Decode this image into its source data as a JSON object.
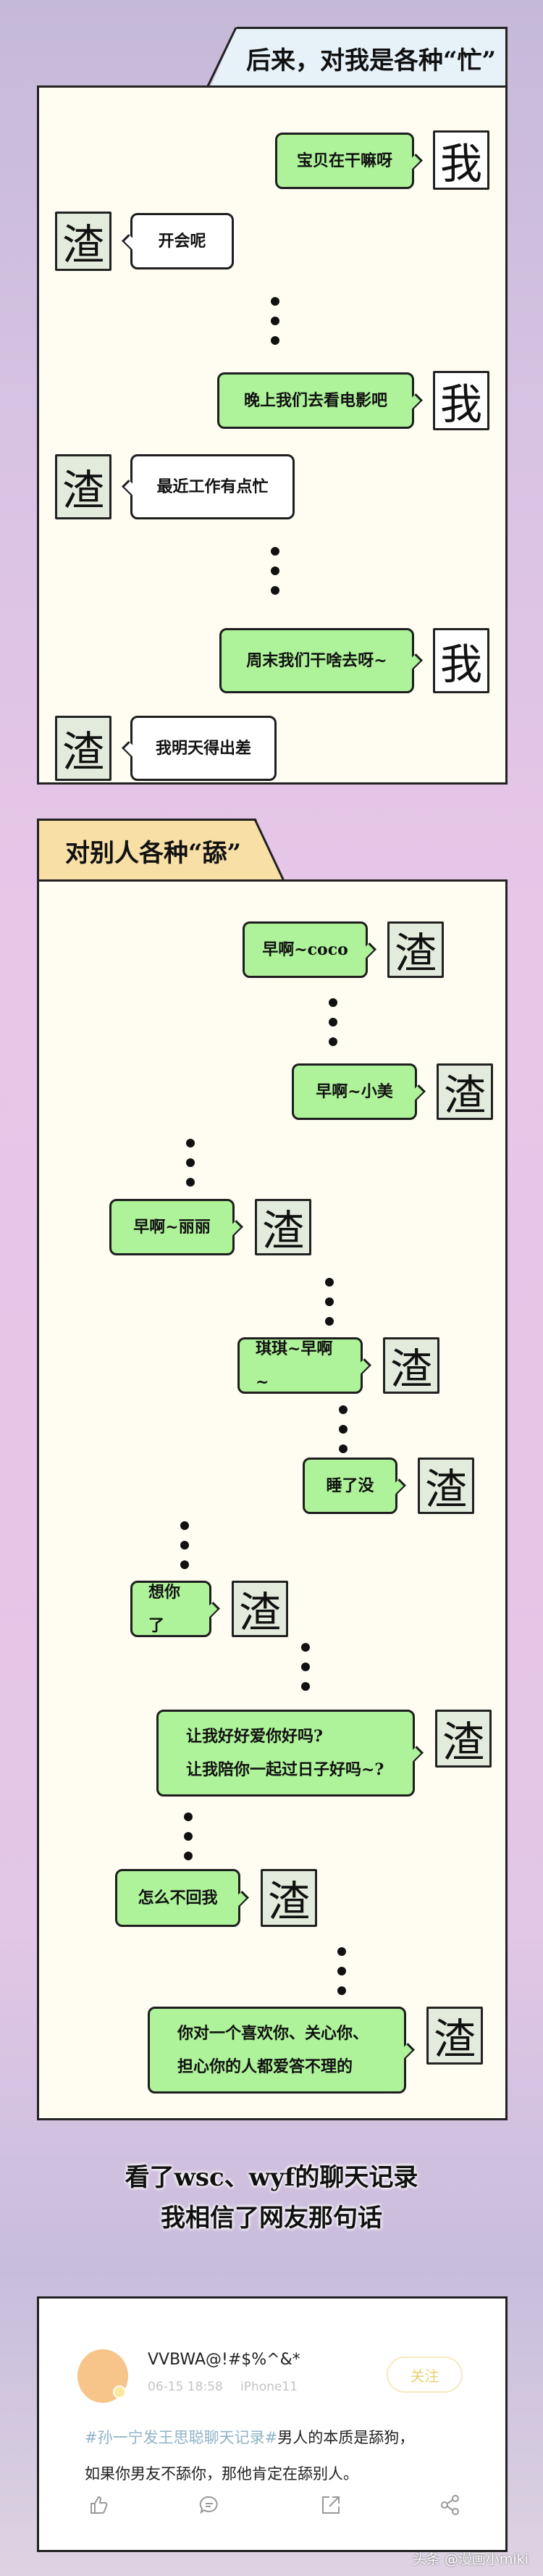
{
  "section1": {
    "title": "后来，对我是各种“忙”",
    "messages": [
      {
        "sender": "我",
        "text": "宝贝在干嘛呀"
      },
      {
        "sender": "渣",
        "text": "开会呢"
      },
      {
        "sender": "我",
        "text": "晚上我们去看电影吧"
      },
      {
        "sender": "渣",
        "text": "最近工作有点忙"
      },
      {
        "sender": "我",
        "text": "周末我们干啥去呀~"
      },
      {
        "sender": "渣",
        "text": "我明天得出差"
      }
    ]
  },
  "section2": {
    "title": "对别人各种“舔”",
    "messages": [
      {
        "sender": "渣",
        "text": "早啊~coco"
      },
      {
        "sender": "渣",
        "text": "早啊~小美"
      },
      {
        "sender": "渣",
        "text": "早啊~丽丽"
      },
      {
        "sender": "渣",
        "text": "琪琪~早啊~"
      },
      {
        "sender": "渣",
        "text": "睡了没"
      },
      {
        "sender": "渣",
        "text": "想你了"
      },
      {
        "sender": "渣",
        "lines": [
          "让我好好爱你好吗?",
          "让我陪你一起过日子好吗~?"
        ]
      },
      {
        "sender": "渣",
        "text": "怎么不回我"
      },
      {
        "sender": "渣",
        "lines": [
          "你对一个喜欢你、关心你、",
          "担心你的人都爱答不理的"
        ]
      }
    ]
  },
  "caption": [
    "看了wsc、wyf的聊天记录",
    "我相信了网友那句话"
  ],
  "post": {
    "username": "VVBWA@!#$%^&*",
    "date": "06-15 18:58",
    "device": "iPhone11",
    "follow_label": "关注",
    "hashtag": "#孙一宁发王思聪聊天记录#",
    "text_after_hashtag": "男人的本质是舔狗，",
    "text_line2": "如果你男友不舔你，那他肯定在舔别人。",
    "actions": [
      "like-icon",
      "comment-icon",
      "repost-icon",
      "share-icon"
    ]
  },
  "watermark": "头条 @漫画小miki",
  "colors": {
    "me_bubble": "#aef29a",
    "tab1": "#e6f1f8",
    "tab2": "#f8dfa6",
    "avatar_circle": "#f7c48a",
    "follow": "#e6d270",
    "hashtag": "#8fb3c7"
  }
}
